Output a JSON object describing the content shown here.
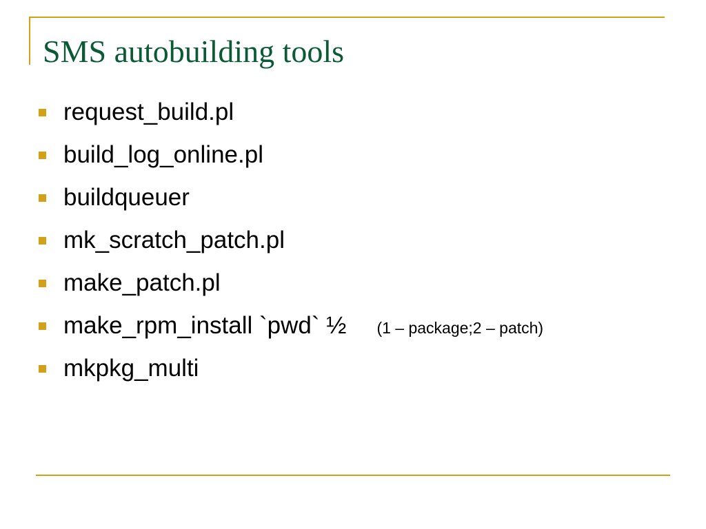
{
  "slide": {
    "title": "SMS autobuilding tools",
    "bullets": [
      {
        "text": "request_build.pl",
        "note": ""
      },
      {
        "text": "build_log_online.pl",
        "note": ""
      },
      {
        "text": "buildqueuer",
        "note": ""
      },
      {
        "text": "mk_scratch_patch.pl",
        "note": ""
      },
      {
        "text": "make_patch.pl",
        "note": ""
      },
      {
        "text": "make_rpm_install `pwd` ½",
        "note": "(1 – package;2 – patch)"
      },
      {
        "text": "mkpkg_multi",
        "note": ""
      }
    ]
  },
  "colors": {
    "title": "#0b5a36",
    "accent": "#d4a017",
    "text": "#000000",
    "background": "#ffffff"
  },
  "icons": {
    "bullet": "square-bullet-icon"
  }
}
